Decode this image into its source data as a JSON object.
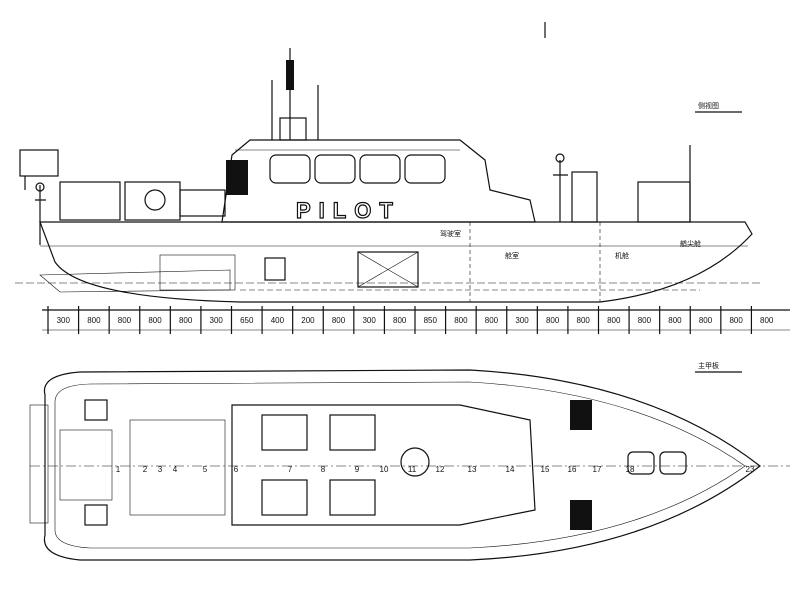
{
  "drawing": {
    "hull_name": "PILOT",
    "profile_view_label": "侧视图",
    "plan_view_label": "主甲板",
    "profile_dimensions": [
      "300",
      "800",
      "800",
      "800",
      "800",
      "300",
      "650",
      "400",
      "200",
      "800",
      "300",
      "800",
      "850",
      "800",
      "800",
      "300",
      "800",
      "800",
      "800",
      "800",
      "800",
      "800",
      "800",
      "800"
    ],
    "plan_frame_numbers": [
      "1",
      "2",
      "3",
      "4",
      "5",
      "6",
      "7",
      "8",
      "9",
      "10",
      "11",
      "12",
      "13",
      "14",
      "15",
      "16",
      "17",
      "18",
      "23"
    ],
    "deck_labels": [
      "舱室",
      "机舱",
      "驾驶室",
      "艏尖舱"
    ]
  }
}
